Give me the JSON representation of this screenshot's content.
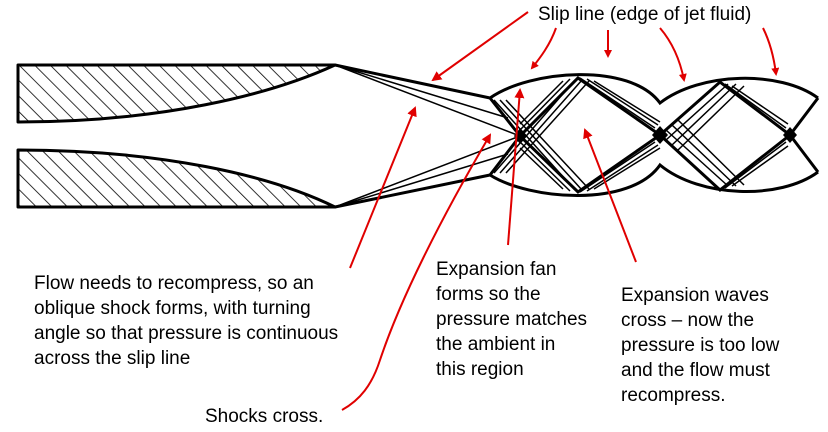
{
  "diagram": {
    "slip_line_label": "Slip line (edge of jet fluid)",
    "annotation_recompress": [
      "Flow needs to recompress, so an",
      "oblique shock forms, with turning",
      "angle so that pressure is continuous",
      "across the slip line"
    ],
    "annotation_expansion_fan": [
      "Expansion fan",
      "forms so the",
      "pressure matches",
      "the ambient in",
      "this region"
    ],
    "annotation_expansion_waves": [
      "Expansion waves",
      "cross – now the",
      "pressure is too low",
      "and the flow must",
      "recompress."
    ],
    "annotation_shocks_cross": "Shocks cross.",
    "colors": {
      "arrow": "#e00000",
      "ink": "#000000"
    }
  }
}
